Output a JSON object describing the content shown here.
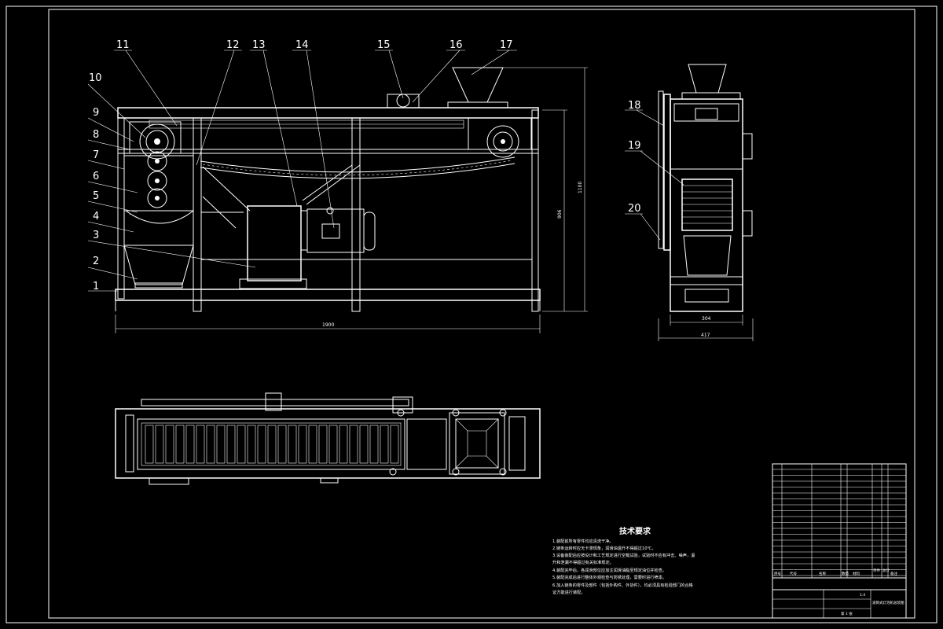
{
  "drawing": {
    "callouts": [
      "1",
      "2",
      "3",
      "4",
      "5",
      "6",
      "7",
      "8",
      "9",
      "10",
      "11",
      "12",
      "13",
      "14",
      "15",
      "16",
      "17",
      "18",
      "19",
      "20"
    ],
    "dimensions": {
      "total_length": "1900",
      "frame_height": "906",
      "overall_height": "1100",
      "side_inner_width": "304",
      "side_outer_width": "417"
    }
  },
  "tech_requirements": {
    "title": "技术要求",
    "items": [
      "1.装配前所有零件均应清洗干净。",
      "2.链条运转时应无卡滞现象，润滑油温升不得超过10℃。",
      "3.设备装配后应按设计和工艺规定进行空载试验，试验时不应有冲击、噪声，温",
      "升和泄漏不得超过有关标准规定。",
      "4.装配完毕后，各润滑部位应加注润滑油脂至规定油位并检查。",
      "5.装配完成后进行整体外观检查与防锈处理，需要时进行喷漆。",
      "6.加入链条的零件及部件（包括外购件、外协件），均必须具有检验部门的合格",
      "证方能进行装配。"
    ]
  },
  "title_block": {
    "header_labels": [
      "序号",
      "代号",
      "名称",
      "数量",
      "材料",
      "单件",
      "总计",
      "备注"
    ],
    "drawing_name": "滚筒式灯泡机总装图",
    "sheet": "第 1 张",
    "scale": "1:4"
  }
}
